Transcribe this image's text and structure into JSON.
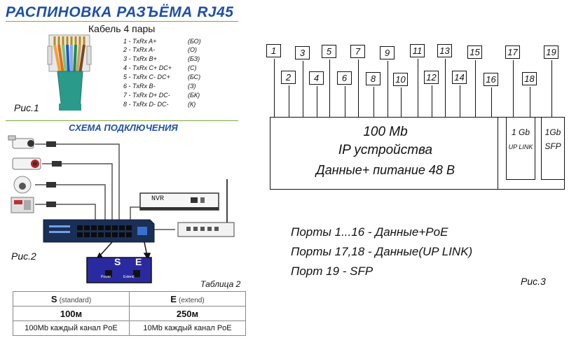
{
  "header": {
    "title": "РАСПИНОВКА РАЗЪЁМА RJ45",
    "cable_title": "Кабель 4 пары",
    "fig1": "Рис.1"
  },
  "pins": [
    {
      "label": "1 - TxRx A+",
      "code": "(БО)"
    },
    {
      "label": "2 - TxRx A-",
      "code": "(О)"
    },
    {
      "label": "3 - TxRx B+",
      "code": "(БЗ)"
    },
    {
      "label": "4 - TxRx C+  DC+",
      "code": "(С)"
    },
    {
      "label": "5 - TxRx C-  DC+",
      "code": "(БС)"
    },
    {
      "label": "6 - TxRx B-",
      "code": "(З)"
    },
    {
      "label": "7 - TxRx D+  DC-",
      "code": "(БК)"
    },
    {
      "label": "8 - TxRx D-  DC-",
      "code": "(К)"
    }
  ],
  "scheme": {
    "title": "СХЕМА ПОДКЛЮЧЕНИЯ",
    "nvr_label": "NVR",
    "fig2": "Рис.2",
    "switch_s": "S",
    "switch_e": "E",
    "switch_power": "Power",
    "switch_extend": "Extend"
  },
  "table": {
    "title": "Таблица 2",
    "col_s_head": "S",
    "col_s_sub": "(standard)",
    "col_e_head": "E",
    "col_e_sub": "(extend)",
    "col_s_value": "100м",
    "col_e_value": "250м",
    "col_s_desc": "100Mb каждый канал PoE",
    "col_e_desc": "10Mb  каждый канал PoE"
  },
  "ports": {
    "top_numbers": [
      "1",
      "3",
      "5",
      "7",
      "9",
      "11",
      "13",
      "15",
      "17",
      "19"
    ],
    "bottom_numbers": [
      "2",
      "4",
      "6",
      "8",
      "10",
      "12",
      "14",
      "16",
      "18"
    ],
    "main_line1": "100 Mb",
    "main_line2": "IP устройства",
    "main_line3": "Данные+ питание 48 В",
    "uplink_line1": "1 Gb",
    "uplink_line2": "UP LINK",
    "sfp_line1": "1Gb",
    "sfp_line2": "SFP"
  },
  "legend": {
    "line1": "Порты 1...16 - Данные+PoE",
    "line2": "Порты 17,18 - Данные(UP LINK)",
    "line3": "Порт 19 - SFP",
    "fig3": "Рис.3"
  },
  "colors": {
    "title_blue": "#1f4fa8",
    "rule_green": "#7aa83c",
    "cable_teal": "#2a9a8a",
    "switch_navy": "#1a2f55",
    "poe_box_purple": "#2a2aa0",
    "wire_grey": "#555555"
  }
}
